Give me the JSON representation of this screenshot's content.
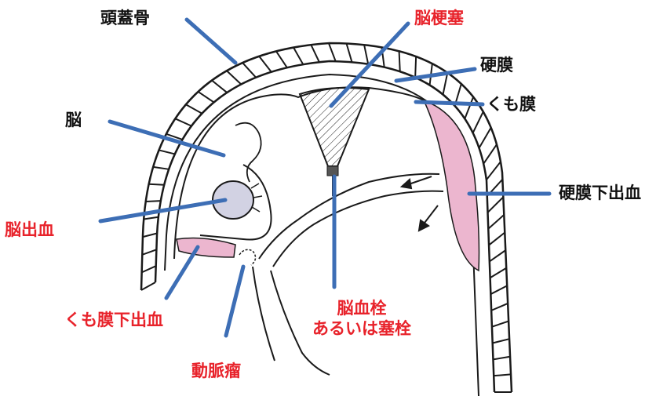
{
  "colors": {
    "outline": "#1a1a1a",
    "leader": "#3d6eb5",
    "hemorrhage_fill": "#ecb6cf",
    "hematoma_fill": "#d2d2e3",
    "black_label": "#111111",
    "red_label": "#e8232b"
  },
  "labels": {
    "skull": "頭蓋骨",
    "dura": "硬膜",
    "arachnoid": "くも膜",
    "brain": "脳",
    "infarction": "脳梗塞",
    "subdural": "硬膜下出血",
    "intracerebral": "脳出血",
    "subarachnoid": "くも膜下出血",
    "aneurysm": "動脈瘤",
    "embolism_line1": "脳血栓",
    "embolism_line2": "あるいは塞栓"
  }
}
